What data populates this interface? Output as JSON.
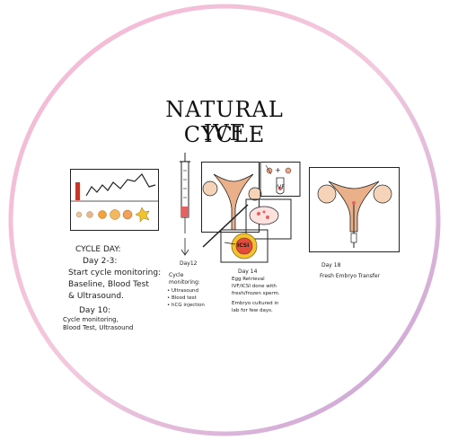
{
  "title_line1": "NATURAL CYCLE",
  "title_line2": "IVF",
  "cycle_day_heading": "CYCLE DAY:",
  "day_2_3_heading": "Day 2-3:",
  "day_2_3_lines": [
    "Start cycle monitoring:",
    "Baseline, Blood Test",
    "& Ultrasound."
  ],
  "day_10_heading": "Day 10:",
  "day_10_lines": [
    "Cycle monitoring,",
    "Blood Test, Ultrasound"
  ],
  "day_12_heading": "Day12",
  "day_12_lines": [
    "Cycle",
    "monitoring:",
    "• Ultrasound",
    "• Blood test",
    "• hCG injection"
  ],
  "day_14_heading": "Day 14",
  "day_14_lines": [
    "Egg Retrieval",
    "IVF/ICSI done with",
    "fresh/frozen sperm.",
    "Embryo cultured in",
    "lab for few days."
  ],
  "day_18_heading": "Day 18",
  "day_18_lines": [
    "Fresh Embryo Transfer"
  ],
  "tube_label": "IVF",
  "dish_label": "ICSI",
  "colors": {
    "ring_pink": "#f2b8d6",
    "ring_purple": "#c9a6d8",
    "uterus": "#e9b08a",
    "ovary": "#f5b6a4"
  }
}
